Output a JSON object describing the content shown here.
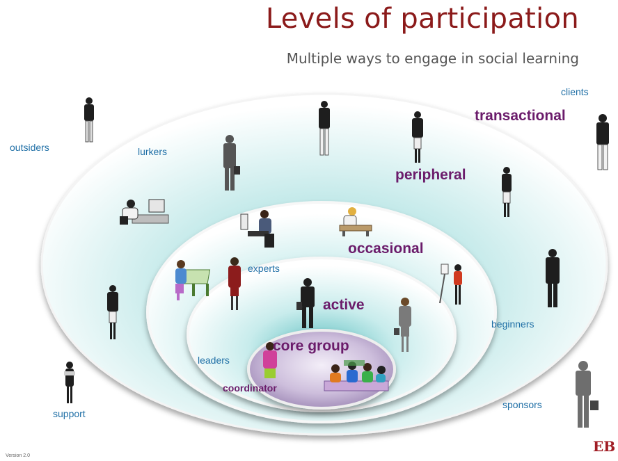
{
  "title": "Levels of participation",
  "subtitle": "Multiple ways to engage in social learning",
  "rings": {
    "transactional": "transactional",
    "peripheral": "peripheral",
    "occasional": "occasional",
    "active": "active",
    "core_group": "core group"
  },
  "roles": {
    "outsiders": "outsiders",
    "lurkers": "lurkers",
    "clients": "clients",
    "experts": "experts",
    "leaders": "leaders",
    "coordinator": "coordinator",
    "beginners": "beginners",
    "sponsors": "sponsors",
    "support": "support"
  },
  "footer": {
    "version": "Version 2.0",
    "logo_text": "EB"
  },
  "colors": {
    "title": "#8b1a1a",
    "role_label": "#1f6fa6",
    "level_label": "#6b1c6b",
    "ring_glow": "#8fd6d6",
    "core_fill": "#b7a6c9"
  },
  "icons": [
    "person-standing-icon",
    "person-at-computer-icon",
    "person-drawing-icon",
    "group-meeting-icon"
  ]
}
